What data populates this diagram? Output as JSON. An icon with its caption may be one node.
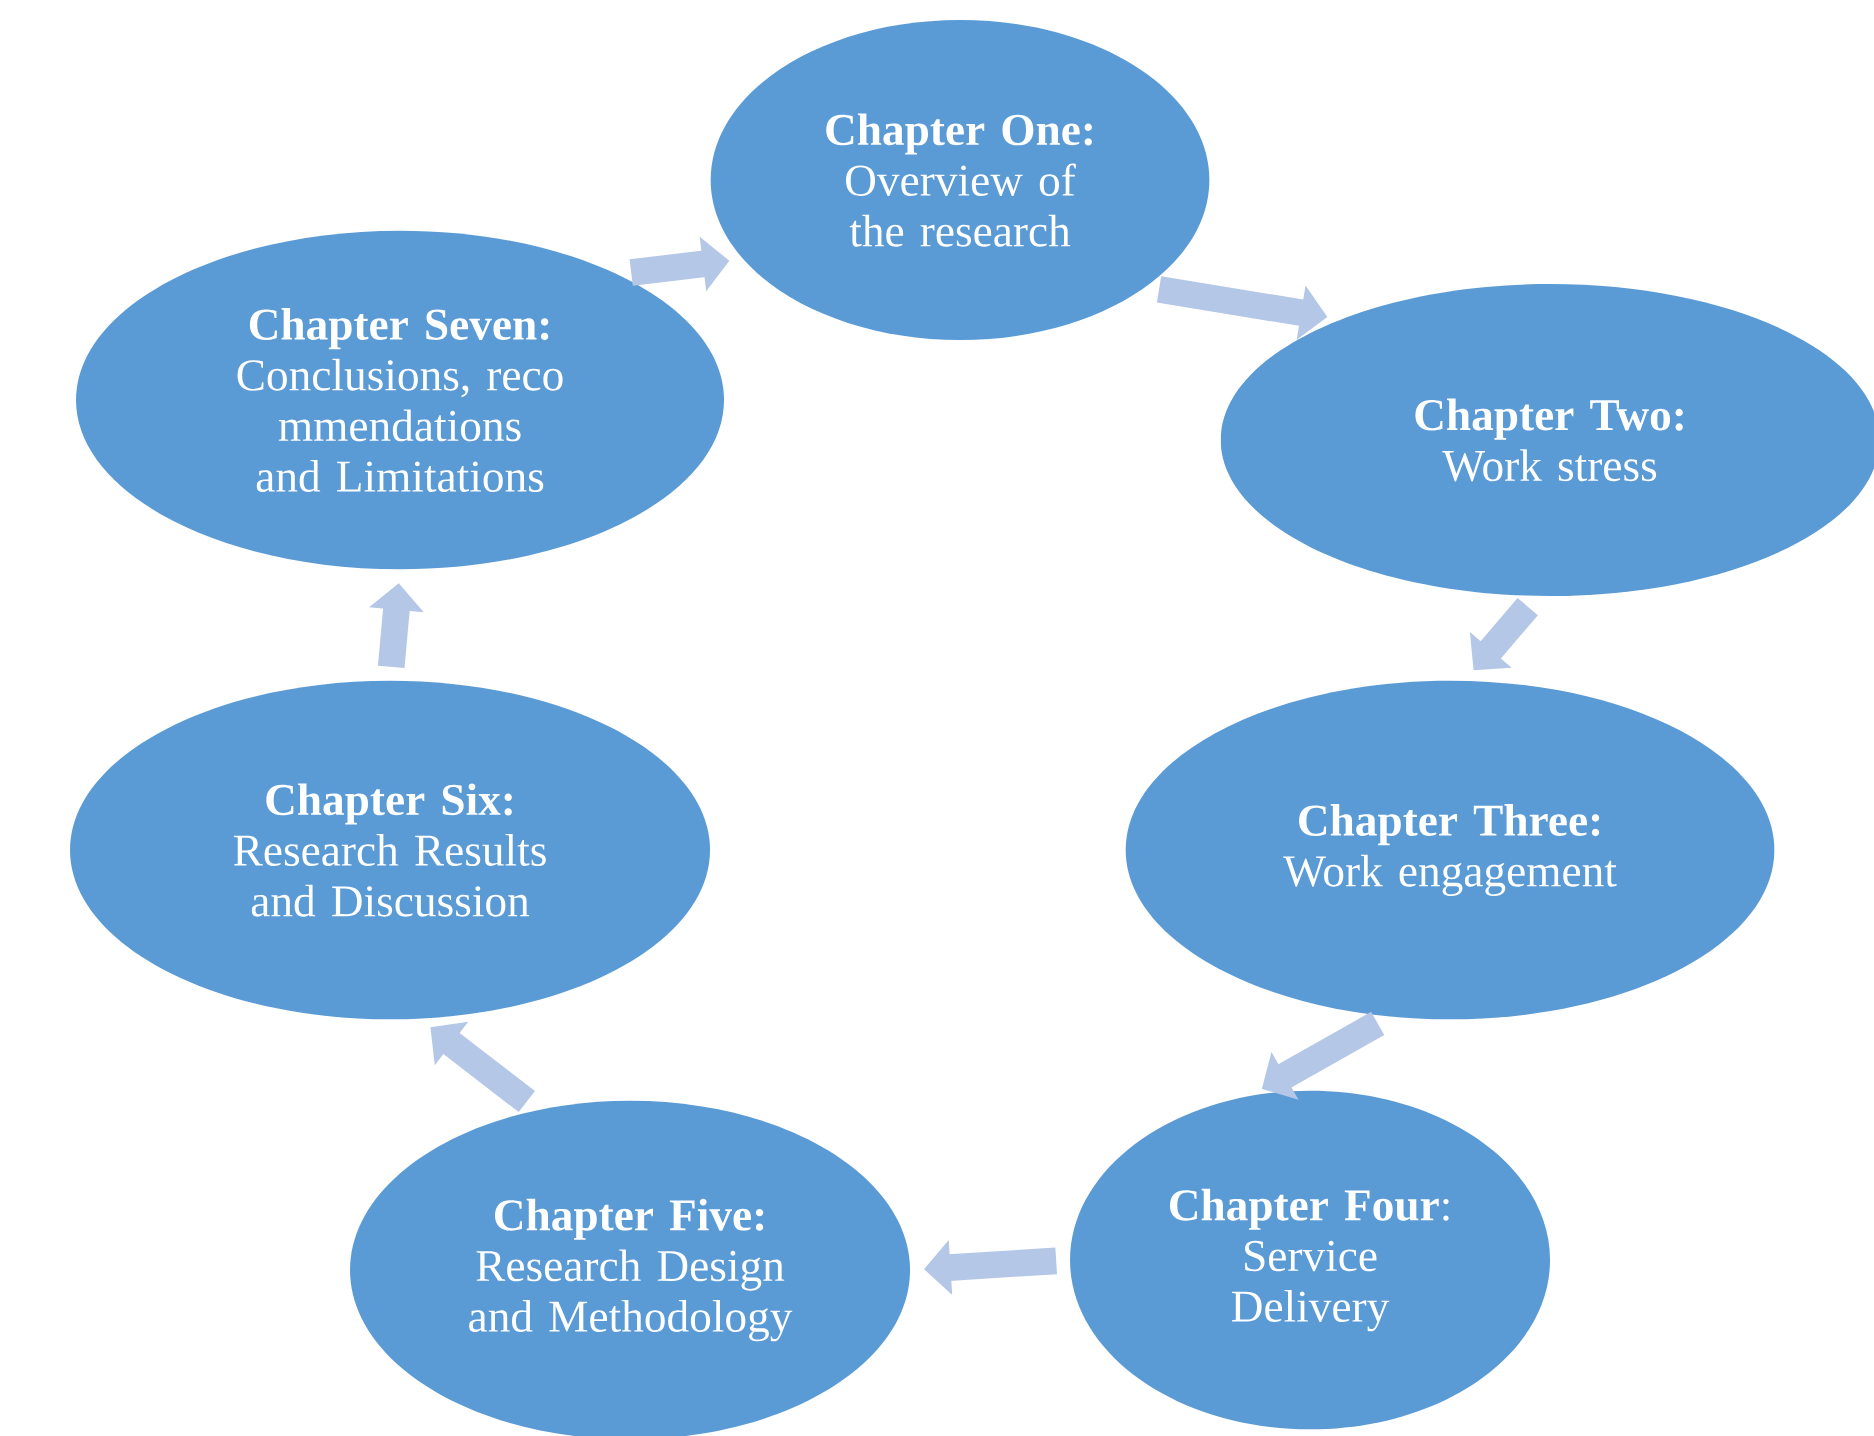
{
  "diagram": {
    "nodes": [
      {
        "text": [
          "Chapter One:",
          "Overview of the research"
        ]
      },
      {
        "text": [
          "Chapter Two:",
          "Work stress"
        ]
      },
      {
        "text": [
          "Chapter Three:",
          "Work engagement"
        ]
      },
      {
        "text": [
          "**Chapter Four**:",
          "Service Delivery"
        ]
      },
      {
        "text": [
          "Chapter Five:",
          "Research Design and Methodology"
        ]
      },
      {
        "text": [
          "Chapter Six:",
          "Research Results and Discussion"
        ]
      },
      {
        "text": [
          "Chapter Seven:",
          "Conclusions, reco mmendations and Limitations"
        ]
      }
    ],
    "edges": [
      {
        "from": 0,
        "to": 1,
        "arrow": "to"
      },
      {
        "from": 1,
        "to": 2,
        "arrow": "to"
      },
      {
        "from": 2,
        "to": 3,
        "arrow": "to"
      },
      {
        "from": 3,
        "to": 4,
        "arrow": "to"
      },
      {
        "from": 4,
        "to": 5,
        "arrow": "to"
      },
      {
        "from": 5,
        "to": 6,
        "arrow": "to"
      },
      {
        "from": 6,
        "to": 0,
        "arrow": "to"
      }
    ]
  }
}
